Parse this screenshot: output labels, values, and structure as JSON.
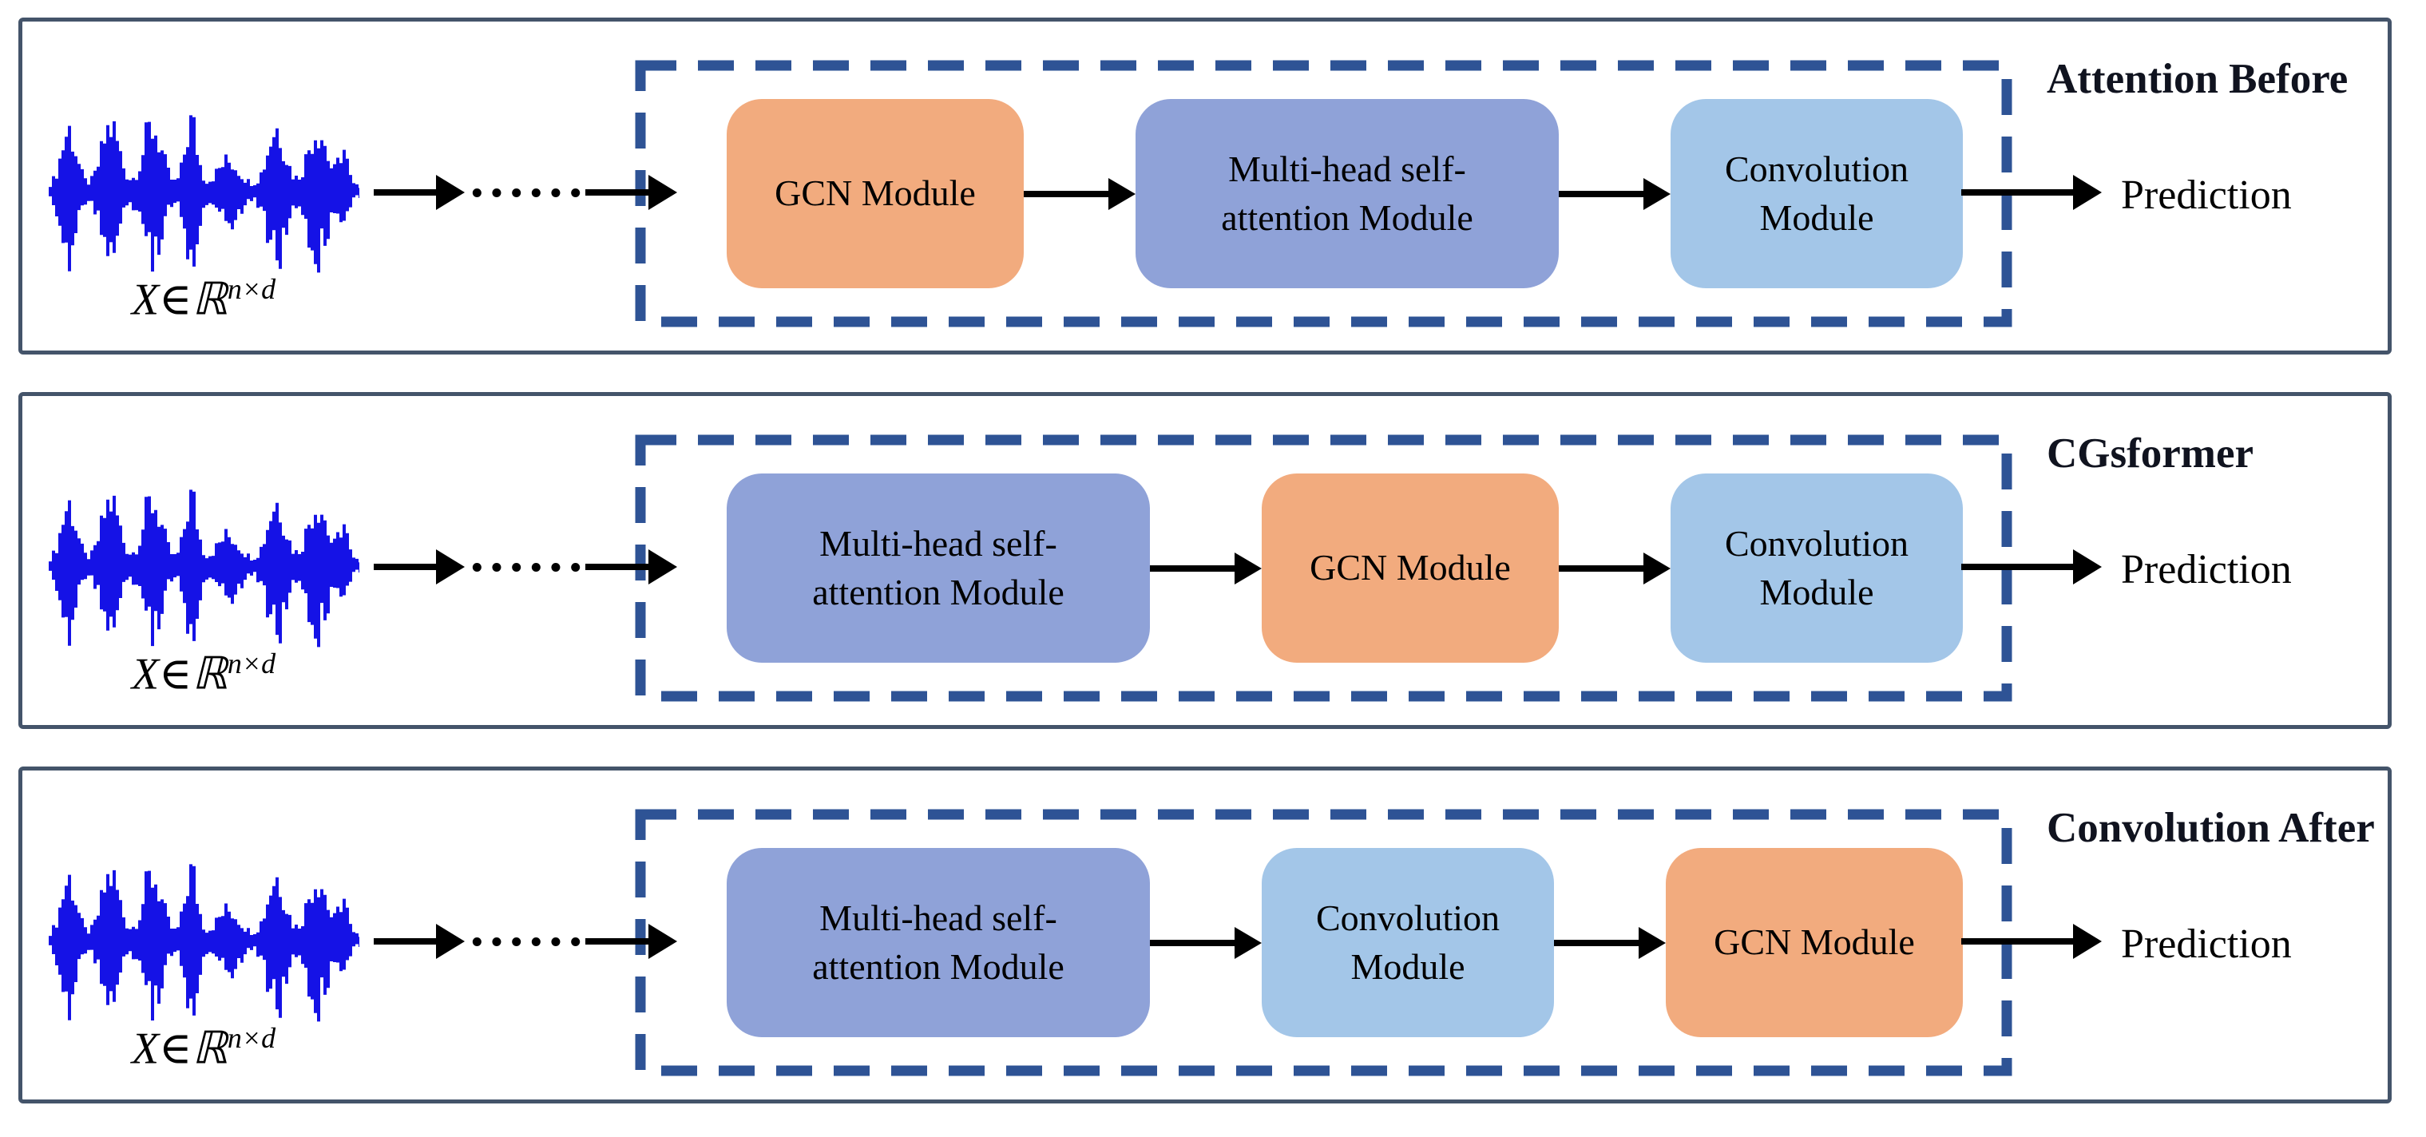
{
  "diagram": {
    "colors": {
      "outer_border": "#44546A",
      "dashed_border": "#2E5395",
      "gcn_module": "#F2AB7E",
      "attention_module": "#8FA2D8",
      "convolution_module": "#A3C6E8",
      "arrow": "#000000",
      "waveform": "#1512E6",
      "title_text": "#10131F"
    },
    "rows": [
      {
        "title": "Attention Before",
        "input_label": {
          "base": "X∈ℝ",
          "sup": "n×d"
        },
        "dots": "······",
        "modules": [
          {
            "type": "gcn",
            "line1": "GCN Module",
            "line2": ""
          },
          {
            "type": "attention",
            "line1": "Multi-head self-",
            "line2": "attention Module"
          },
          {
            "type": "convolution",
            "line1": "Convolution",
            "line2": "Module"
          }
        ],
        "output_label": "Prediction"
      },
      {
        "title": "CGsformer",
        "input_label": {
          "base": "X∈ℝ",
          "sup": "n×d"
        },
        "dots": "······",
        "modules": [
          {
            "type": "attention",
            "line1": "Multi-head self-",
            "line2": "attention Module"
          },
          {
            "type": "gcn",
            "line1": "GCN Module",
            "line2": ""
          },
          {
            "type": "convolution",
            "line1": "Convolution",
            "line2": "Module"
          }
        ],
        "output_label": "Prediction"
      },
      {
        "title": "Convolution After",
        "input_label": {
          "base": "X∈ℝ",
          "sup": "n×d"
        },
        "dots": "······",
        "modules": [
          {
            "type": "attention",
            "line1": "Multi-head self-",
            "line2": "attention Module"
          },
          {
            "type": "convolution",
            "line1": "Convolution",
            "line2": "Module"
          },
          {
            "type": "gcn",
            "line1": "GCN Module",
            "line2": ""
          }
        ],
        "output_label": "Prediction"
      }
    ]
  }
}
